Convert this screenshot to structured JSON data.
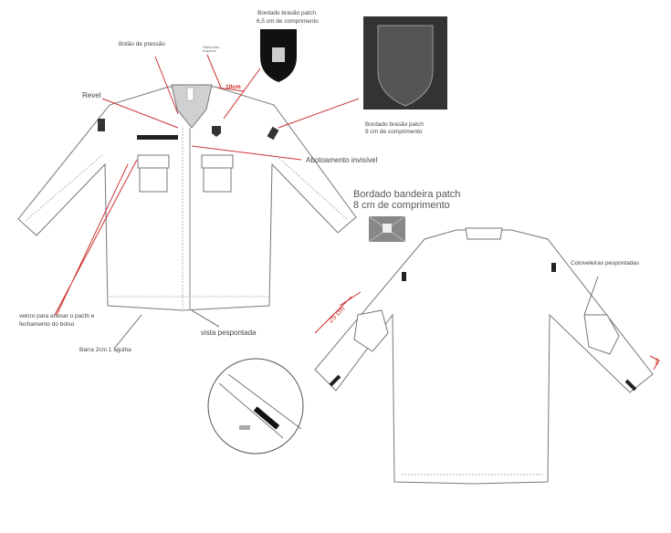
{
  "labels": {
    "patch_small_title": "Bordado brasão patch",
    "patch_small_size": "6,5 cm de comprimento",
    "snap_button": "Botão de pressão",
    "shoulder_strap": "Platina lado esquerdo",
    "strap_measure": "10cm",
    "lapel": "Revel",
    "patch_large_title": "Bordado brasão patch",
    "patch_large_size": "9 cm de comprimento",
    "hidden_buttons": "Abotoamento invisível",
    "flag_patch_title": "Bordado bandeira patch",
    "flag_patch_size": "8 cm de comprimento",
    "elbow_patches": "Cotoveleiras pespontadas",
    "elbow_measure": "25 cm",
    "cuff_measure": "5cm",
    "velcro_line1": "velcro para anexar o pacth e",
    "velcro_line2": "fechamento do bolso",
    "placket": "vista pespontada",
    "hem": "Barra 2cm 1 agulha"
  },
  "colors": {
    "annotation": "#cc3333",
    "outline": "#777777",
    "patch": "#222222"
  }
}
